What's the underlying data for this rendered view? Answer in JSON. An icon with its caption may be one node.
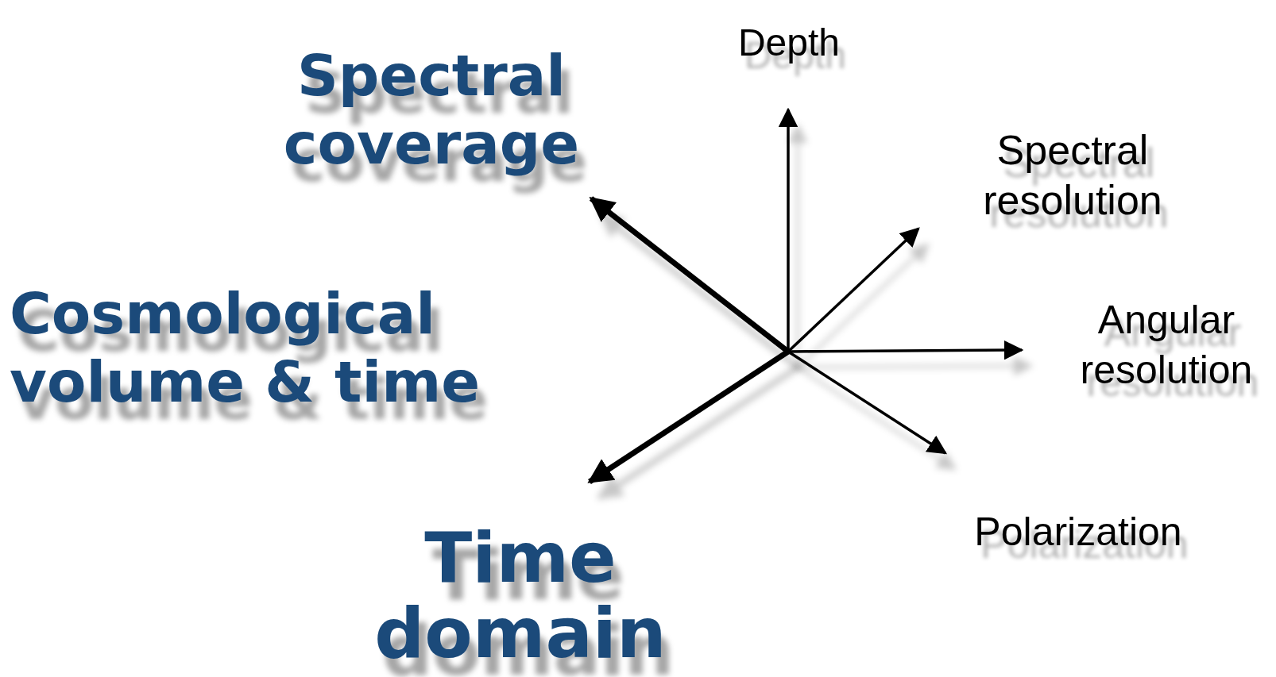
{
  "diagram": {
    "nodes": [
      {
        "text": [
          "Depth"
        ]
      },
      {
        "text": [
          "Spectral coverage"
        ]
      },
      {
        "text": [
          "Spectral resolution"
        ]
      },
      {
        "text": [
          "Angular resolution"
        ]
      },
      {
        "text": [
          "Polarization"
        ]
      },
      {
        "text": [
          "Time domain"
        ]
      }
    ],
    "edges": [
      {
        "from": null,
        "to": 0,
        "arrow": "to"
      },
      {
        "from": null,
        "to": 1,
        "arrow": "to",
        "style": "thick"
      },
      {
        "from": null,
        "to": 2,
        "arrow": "to"
      },
      {
        "from": null,
        "to": 3,
        "arrow": "to"
      },
      {
        "from": null,
        "to": 4,
        "arrow": "to"
      },
      {
        "from": null,
        "to": 5,
        "arrow": "to",
        "style": "thick"
      }
    ],
    "labels": [
      "Cosmological volume & time"
    ]
  }
}
